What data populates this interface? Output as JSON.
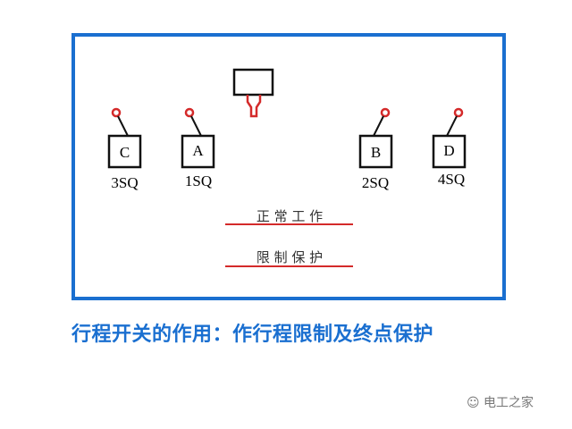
{
  "switches": [
    {
      "letter": "C",
      "label": "3SQ"
    },
    {
      "letter": "A",
      "label": "1SQ"
    },
    {
      "letter": "B",
      "label": "2SQ"
    },
    {
      "letter": "D",
      "label": "4SQ"
    }
  ],
  "modes": {
    "normal": "正 常 工 作",
    "limit": "限 制 保 护"
  },
  "caption": "行程开关的作用：作行程限制及终点保护",
  "watermark": "电工之家",
  "colors": {
    "frame": "#1a6fd0",
    "accent": "#d42a2a",
    "caption": "#1a6fd0"
  }
}
